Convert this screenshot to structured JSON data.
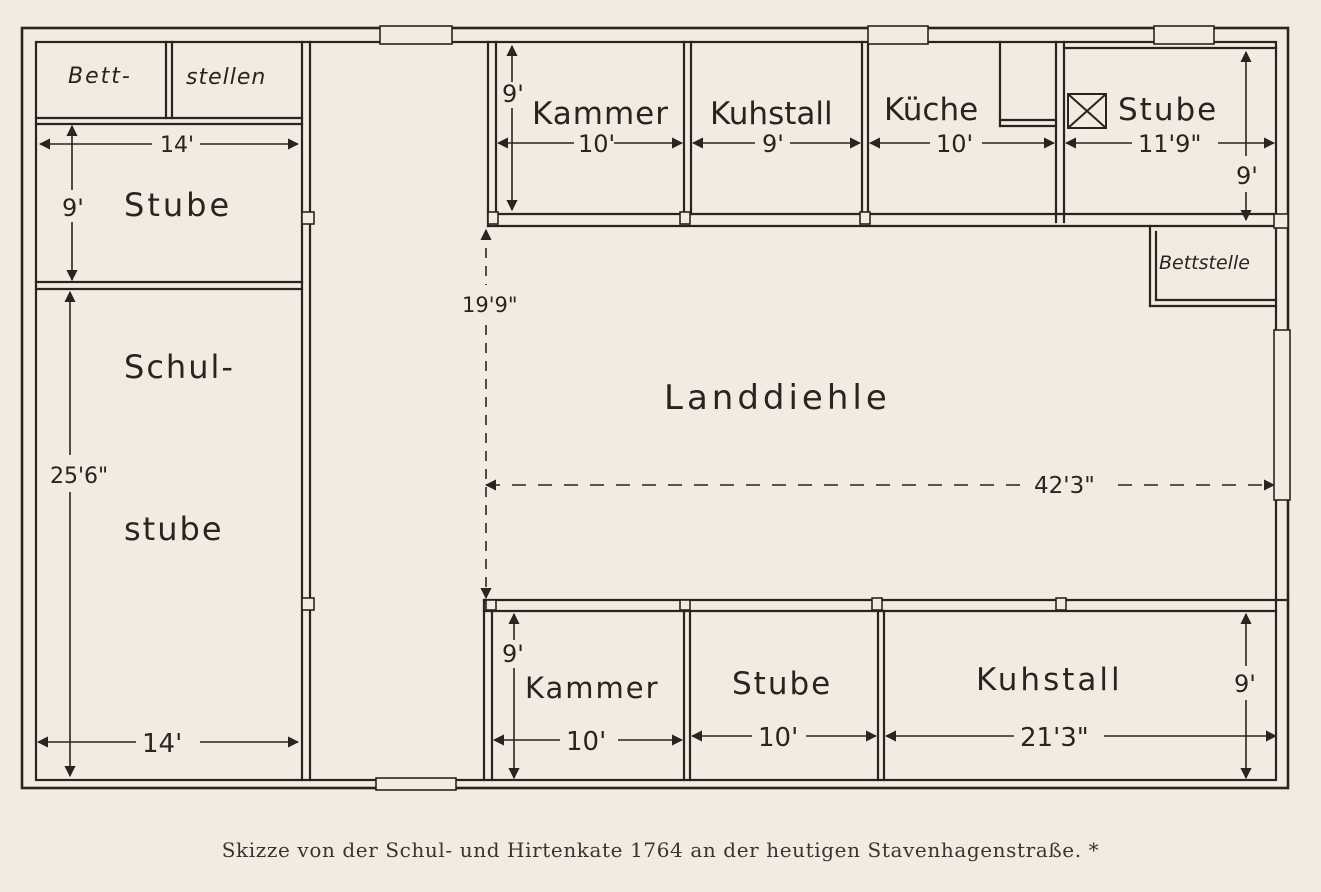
{
  "plan": {
    "rooms": {
      "bettstellen_left_a": "Bett-",
      "bettstellen_left_b": "stellen",
      "stube_left": "Stube",
      "schulstube_a": "Schul-",
      "schulstube_b": "stube",
      "kammer_top": "Kammer",
      "kuhstall_top": "Kuhstall",
      "kueche": "Küche",
      "stube_top_right": "Stube",
      "bettstelle_right": "Bettstelle",
      "landdiehle": "Landdiehle",
      "kammer_bottom": "Kammer",
      "stube_bottom": "Stube",
      "kuhstall_bottom": "Kuhstall"
    },
    "dimensions": {
      "left_width_top": "14'",
      "left_stube_height": "9'",
      "schulstube_height": "25'6\"",
      "left_width_bottom": "14'",
      "kammer_top_height": "9'",
      "kammer_top_width": "10'",
      "kuhstall_top_width": "9'",
      "kueche_width": "10'",
      "stube_top_right_width": "11'9\"",
      "stube_top_right_height": "9'",
      "diehle_depth": "19'9\"",
      "diehle_length": "42'3\"",
      "kammer_bottom_height": "9'",
      "kammer_bottom_width": "10'",
      "stube_bottom_width": "10'",
      "kuhstall_bottom_width": "21'3\"",
      "kuhstall_bottom_height": "9'"
    }
  },
  "caption": "Skizze von der Schul- und Hirtenkate 1764 an der heutigen Stavenhagenstraße. *"
}
